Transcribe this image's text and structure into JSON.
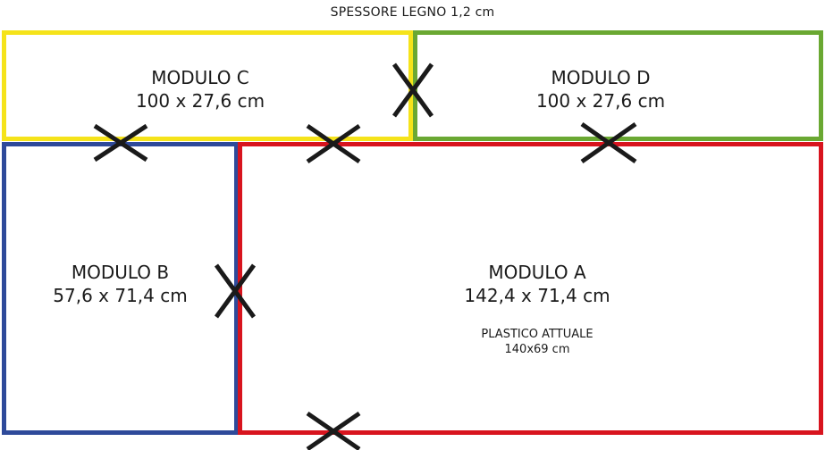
{
  "header": {
    "wood_thickness": "SPESSORE LEGNO 1,2 cm"
  },
  "modules": {
    "c": {
      "name": "MODULO C",
      "dims": "100 x 27,6 cm",
      "color": "#f5e31a"
    },
    "d": {
      "name": "MODULO D",
      "dims": "100 x 27,6 cm",
      "color": "#6aa832"
    },
    "b": {
      "name": "MODULO B",
      "dims": "57,6 x 71,4 cm",
      "color": "#2e4a9a"
    },
    "a": {
      "name": "MODULO A",
      "dims": "142,4 x 71,4 cm",
      "color": "#d8141e",
      "note_title": "PLASTICO ATTUALE",
      "note_dims": "140x69 cm"
    }
  },
  "cross_color": "#1a1a1a"
}
